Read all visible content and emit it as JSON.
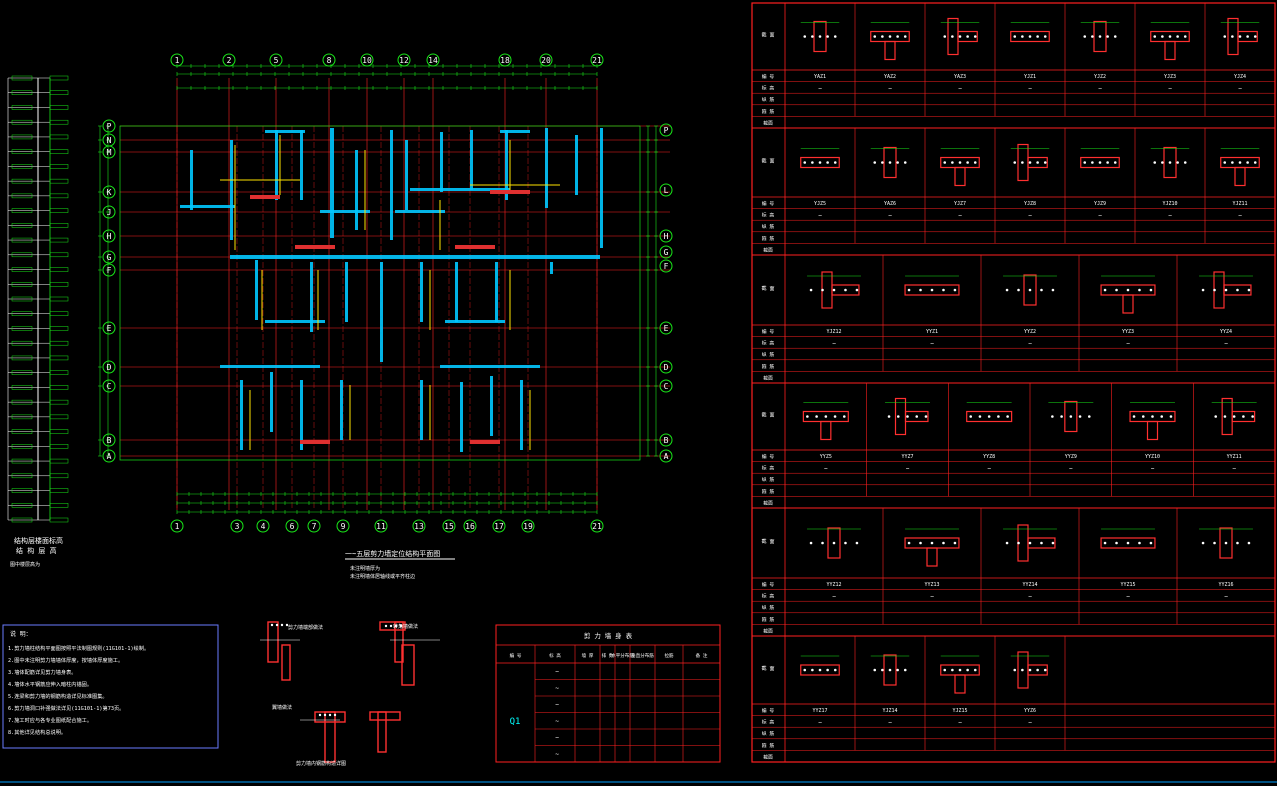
{
  "colors": {
    "grid": "#ff2020",
    "dim": "#19e619",
    "wall": "#00c8ff",
    "text": "#ffffff",
    "yellow": "#ffe400",
    "cyan": "#00ffff",
    "table": "#ff2020",
    "blue": "#6a7bff"
  },
  "axes": {
    "top": [
      "1",
      "2",
      "5",
      "8",
      "10",
      "12",
      "14",
      "18",
      "20",
      "21"
    ],
    "bottom": [
      "1",
      "3",
      "4",
      "6",
      "7",
      "9",
      "11",
      "13",
      "15",
      "16",
      "17",
      "19",
      "21"
    ],
    "left": [
      "P",
      "N",
      "M",
      "K",
      "J",
      "H",
      "G",
      "F",
      "E",
      "D",
      "C",
      "B",
      "A"
    ],
    "right": [
      "P",
      "L",
      "H",
      "G",
      "F",
      "E",
      "D",
      "C",
      "B",
      "A"
    ]
  },
  "plan": {
    "title": "一~五层剪力墙定位结构平面图",
    "note1": "未注明墙厚为",
    "note2": "未注明墙体居轴线或平齐柱边"
  },
  "elevation": {
    "title1": "结构层楼面标高",
    "title2": "结 构 层 高",
    "note": "图中楼层高为"
  },
  "notes": {
    "heading": "说 明：",
    "lines": [
      "1.剪力墙柱结构平面图按照平法制图规则(11G101-1)绘制。",
      "2.图中未注明剪力墙墙体厚度，按墙体厚度施工。",
      "3.墙体配筋详见剪力墙身表。",
      "4.墙体水平钢筋应伸入暗柱内锚固。",
      "5.连梁和剪力墙的钢筋构造详见标准图集。",
      "6.剪力墙洞口补强做法详见(11G101-1)第73页。",
      "7.施工时应与各专业图纸配合施工。",
      "8.其他详见结构总说明。"
    ]
  },
  "details": {
    "d1": "剪力墙端部做法",
    "d2": "转角墙做法",
    "d3": "翼墙做法",
    "caption": "剪力墙内钢筋构造详图"
  },
  "wall_table": {
    "title": "剪 力 墙 身 表",
    "headers": [
      "编 号",
      "标 高",
      "墙 厚",
      "排 数",
      "水平分布筋",
      "垂直分布筋",
      "拉筋",
      "备 注"
    ],
    "rows": [
      "~",
      "~",
      "~",
      "~",
      "~",
      "~"
    ],
    "code": "Q1"
  },
  "column_table": {
    "row_labels": [
      "编 号",
      "标 高",
      "纵 筋",
      "箍 筋",
      "截面"
    ],
    "section_label": "截 面",
    "blocks": [
      [
        "YAZ1",
        "YAZ2",
        "YAZ3",
        "YJZ1",
        "YJZ2",
        "YJZ3",
        "YJZ4"
      ],
      [
        "YJZ5",
        "YAZ6",
        "YJZ7",
        "YJZ8",
        "YJZ9",
        "YJZ10",
        "YJZ11"
      ],
      [
        "YJZ12",
        "YYZ1",
        "YYZ2",
        "YYZ3",
        "YYZ4"
      ],
      [
        "YYZ5",
        "YYZ7",
        "YYZ8",
        "YYZ9",
        "YYZ10",
        "YYZ11"
      ],
      [
        "YYZ12",
        "YYZ13",
        "YYZ14",
        "YYZ15",
        "YYZ16"
      ],
      [
        "YYZ17",
        "YJZ14",
        "YJZ15",
        "YYZ6"
      ]
    ],
    "value_mark": "~"
  }
}
